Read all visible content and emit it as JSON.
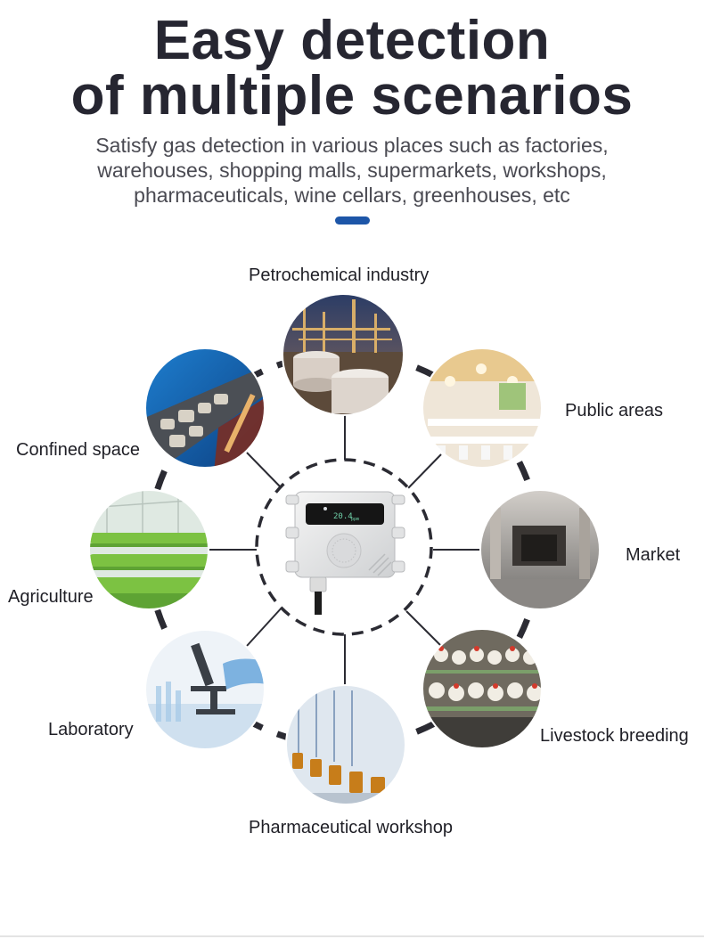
{
  "headline": {
    "line1": "Easy detection",
    "line2": "of multiple scenarios"
  },
  "subtitle": {
    "line1": "Satisfy gas detection in various places such as factories,",
    "line2": "warehouses, shopping malls, supermarkets, workshops,",
    "line3": "pharmaceuticals, wine cellars, greenhouses, etc"
  },
  "device": {
    "display_value": "20.4"
  },
  "scenarios": [
    {
      "label": "Petrochemical industry",
      "icon": "petrochemical-plant-photo"
    },
    {
      "label": "Public areas",
      "icon": "public-cafeteria-photo"
    },
    {
      "label": "Market",
      "icon": "market-hall-photo"
    },
    {
      "label": "Livestock breeding",
      "icon": "poultry-farm-photo"
    },
    {
      "label": "Pharmaceutical workshop",
      "icon": "pharma-bottles-photo"
    },
    {
      "label": "Laboratory",
      "icon": "lab-microscope-photo"
    },
    {
      "label": "Agriculture",
      "icon": "greenhouse-photo"
    },
    {
      "label": "Confined space",
      "icon": "mine-conveyor-photo"
    }
  ],
  "colors": {
    "accent": "#1d56a8",
    "ring": "#2b2b33"
  }
}
